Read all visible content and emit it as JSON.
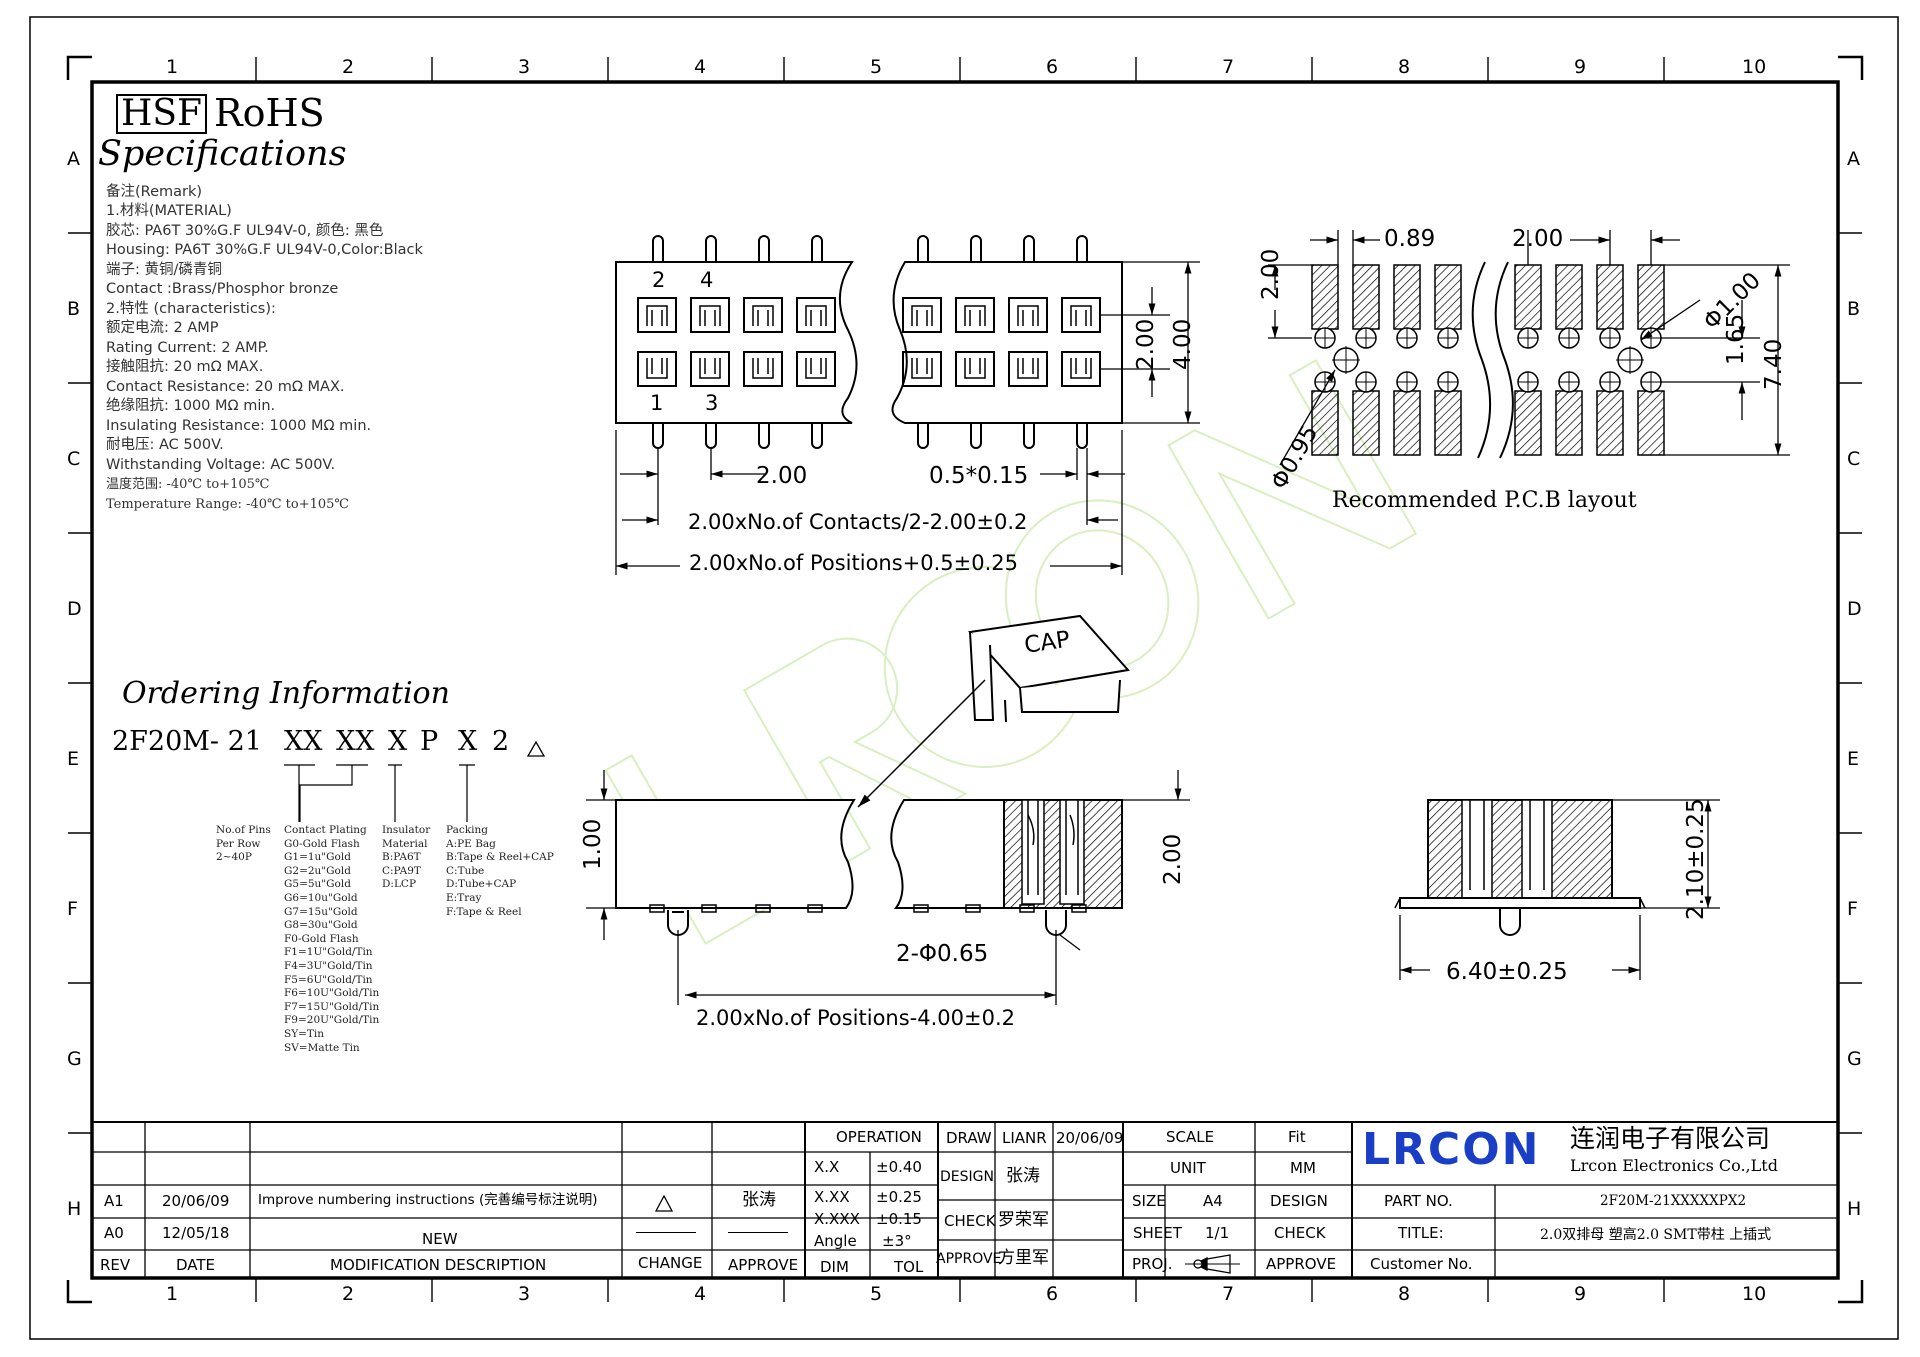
{
  "marks": {
    "hsf": "HSF",
    "rohs": "RoHS"
  },
  "specs": {
    "title": "Specifications",
    "remark": "备注(Remark)",
    "lines": [
      "1.材料(MATERIAL)",
      "胶芯: PA6T 30%G.F UL94V-0, 颜色: 黑色",
      "Housing: PA6T 30%G.F UL94V-0,Color:Black",
      "端子: 黄铜/磷青铜",
      "Contact :Brass/Phosphor bronze",
      "2.特性 (characteristics):",
      "额定电流: 2 AMP",
      "Rating Current: 2 AMP.",
      "接触阻抗: 20 mΩ MAX.",
      "Contact Resistance: 20 mΩ MAX.",
      "绝缘阻抗: 1000 MΩ min.",
      "Insulating Resistance: 1000 MΩ min.",
      "耐电压: AC 500V.",
      "Withstanding Voltage: AC 500V.",
      "温度范围: -40℃ to+105℃",
      "Temperature Range: -40℃ to+105℃"
    ]
  },
  "zones": {
    "cols": [
      "1",
      "2",
      "3",
      "4",
      "5",
      "6",
      "7",
      "8",
      "9",
      "10"
    ],
    "rows": [
      "A",
      "B",
      "C",
      "D",
      "E",
      "F",
      "G",
      "H"
    ]
  },
  "top_view": {
    "pin_2": "2",
    "pin_4": "4",
    "pin_1": "1",
    "pin_3": "3",
    "dim_pitch": "2.00",
    "dim_pin": "0.5*0.15",
    "dim_row": "2.00",
    "dim_width": "4.00",
    "dim_contacts": "2.00xNo.of Contacts/2-2.00±0.2",
    "dim_positions": "2.00xNo.of Positions+0.5±0.25"
  },
  "pcb": {
    "dim_089": "0.89",
    "dim_200": "2.00",
    "dim_200_left": "2.00",
    "dim_100": "Φ1.00",
    "dim_165": "1.65",
    "dim_740": "7.40",
    "dim_095": "Φ0.95",
    "label": "Recommended P.C.B layout"
  },
  "cap": {
    "label": "CAP"
  },
  "side_view": {
    "dim_100": "1.00",
    "dim_200": "2.00",
    "dim_065": "2-Φ0.65",
    "dim_positions": "2.00xNo.of Positions-4.00±0.2"
  },
  "end_view": {
    "dim_height": "2.10±0.25",
    "dim_width": "6.40±0.25"
  },
  "ordering": {
    "title": "Ordering Information",
    "pn_prefix": "2F20M- 21",
    "pn_xx1": "XX",
    "pn_xx2": "XX",
    "pn_x1": "X",
    "pn_p": "P",
    "pn_x2": "X",
    "pn_2": "2",
    "col1": "No.of Pins\nPer Row\n2~40P",
    "col2": "Contact Plating\nG0-Gold Flash\nG1=1u\"Gold\nG2=2u\"Gold\nG5=5u\"Gold\nG6=10u\"Gold\nG7=15u\"Gold\nG8=30u\"Gold\nF0-Gold Flash\nF1=1U\"Gold/Tin\nF4=3U\"Gold/Tin\nF5=6U\"Gold/Tin\nF6=10U\"Gold/Tin\nF7=15U\"Gold/Tin\nF9=20U\"Gold/Tin\nSY=Tin\nSV=Matte Tin",
    "col3": "Insulator\nMaterial\nB:PA6T\nC:PA9T\nD:LCP",
    "col4": "Packing\nA:PE Bag\nB:Tape & Reel+CAP\nC:Tube\nD:Tube+CAP\nE:Tray\nF:Tape & Reel"
  },
  "title_block": {
    "operation": "OPERATION",
    "xx_l": "X.X",
    "xx_v": "±0.40",
    "xxx_l": "X.XX",
    "xxx_v": "±0.25",
    "xxxx_l": "X.XXX",
    "xxxx_v": "±0.15",
    "angle_l": "Angle",
    "angle_v": "±3°",
    "dim": "DIM",
    "tol": "TOL",
    "draw": "DRAW",
    "draw_name": "LIANR",
    "draw_date": "20/06/09",
    "design": "DESIGN",
    "design_name": "张涛",
    "check": "CHECK",
    "check_name": "罗荣军",
    "approve": "APPROVE",
    "approve_name": "方里军",
    "scale": "SCALE",
    "scale_v": "Fit",
    "unit": "UNIT",
    "unit_v": "MM",
    "size": "SIZE",
    "size_v": "A4",
    "sheet": "SHEET",
    "sheet_v": "1/1",
    "proj": "PROJ.",
    "design2": "DESIGN",
    "check2": "CHECK",
    "approve2": "APPROVE",
    "logo": "LRCON",
    "company_cn": "连润电子有限公司",
    "company_en": "Lrcon Electronics Co.,Ltd",
    "partno_l": "PART NO.",
    "partno_v": "2F20M-21XXXXXPX2",
    "title_l": "TITLE:",
    "title_v": "2.0双排母 塑高2.0 SMT带柱 上插式",
    "customer_l": "Customer No."
  },
  "revisions": {
    "a1": {
      "rev": "A1",
      "date": "20/06/09",
      "desc": "Improve numbering instructions (完善编号标注说明)",
      "approve": "张涛"
    },
    "a0": {
      "rev": "A0",
      "date": "12/05/18",
      "desc": "NEW"
    },
    "header": {
      "rev": "REV",
      "date": "DATE",
      "desc": "MODIFICATION DESCRIPTION",
      "change": "CHANGE",
      "approve": "APPROVE"
    }
  }
}
